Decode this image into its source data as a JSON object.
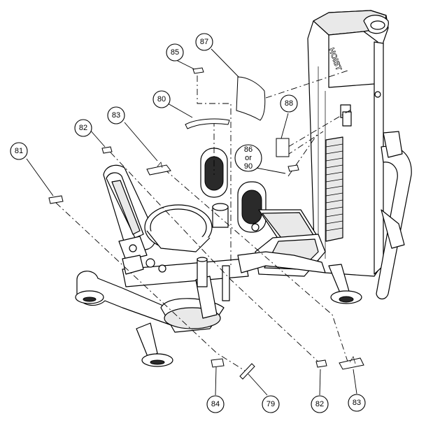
{
  "brand": "HOIST",
  "callouts": [
    {
      "id": "c85",
      "label": "85"
    },
    {
      "id": "c87",
      "label": "87"
    },
    {
      "id": "c80",
      "label": "80"
    },
    {
      "id": "c88",
      "label": "88"
    },
    {
      "id": "c82a",
      "label": "82"
    },
    {
      "id": "c83a",
      "label": "83"
    },
    {
      "id": "c81",
      "label": "81"
    },
    {
      "id": "c86",
      "label_line1": "86",
      "label_line2": "or",
      "label_line3": "90"
    },
    {
      "id": "c84",
      "label": "84"
    },
    {
      "id": "c79",
      "label": "79"
    },
    {
      "id": "c82b",
      "label": "82"
    },
    {
      "id": "c83b",
      "label": "83"
    }
  ]
}
